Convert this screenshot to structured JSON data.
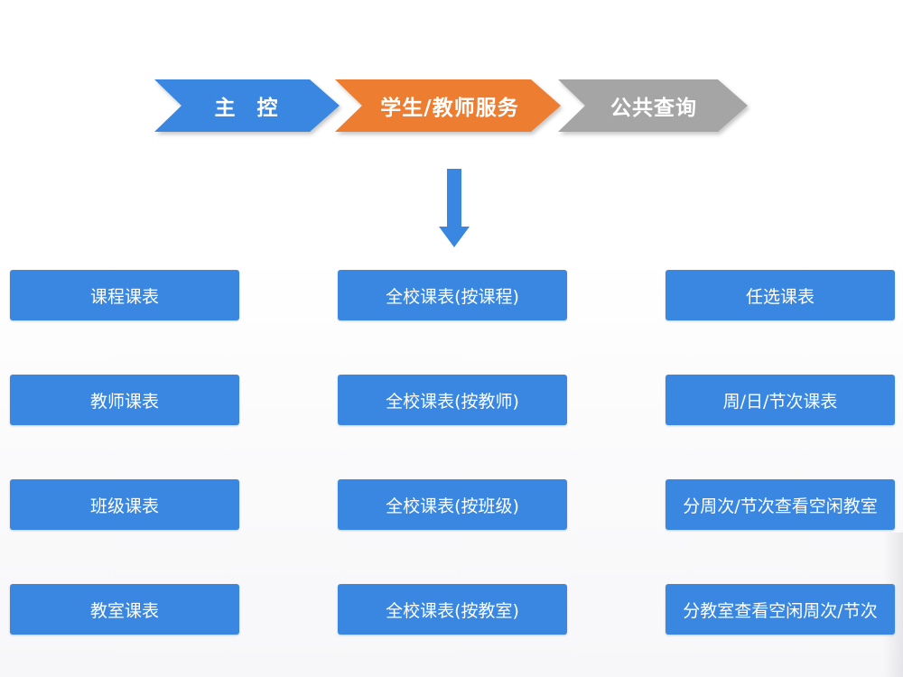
{
  "steps": [
    {
      "label": "主 控",
      "color": "#3a87e2",
      "active": false
    },
    {
      "label": "学生/教师服务",
      "color": "#ed7d31",
      "active": true
    },
    {
      "label": "公共查询",
      "color": "#a5a5a5",
      "active": false
    }
  ],
  "arrow": {
    "icon": "arrow-down-icon",
    "color": "#3a87e2"
  },
  "menu": {
    "columns": [
      [
        "课程课表",
        "教师课表",
        "班级课表",
        "教室课表"
      ],
      [
        "全校课表(按课程)",
        "全校课表(按教师)",
        "全校课表(按班级)",
        "全校课表(按教室)"
      ],
      [
        "任选课表",
        "周/日/节次课表",
        "分周次/节次查看空闲教室",
        "分教室查看空闲周次/节次"
      ]
    ],
    "button_color": "#3a87e2"
  }
}
